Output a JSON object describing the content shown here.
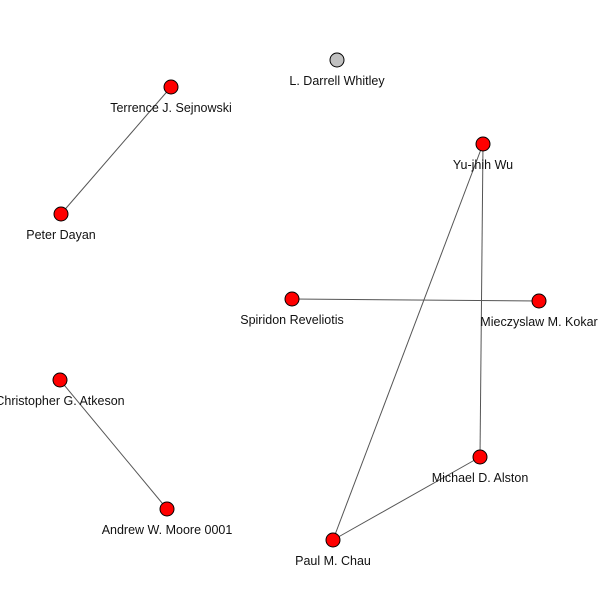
{
  "colors": {
    "background": "#ffffff",
    "node_fill_connected": "#ff0000",
    "node_fill_isolated": "#c0c0c0",
    "node_stroke": "#000000",
    "edge": "#555555",
    "label": "#111111"
  },
  "graph": {
    "nodes": [
      {
        "id": "whitley",
        "label": "L. Darrell Whitley",
        "isolated": true
      },
      {
        "id": "sejnowski",
        "label": "Terrence J. Sejnowski",
        "isolated": false
      },
      {
        "id": "dayan",
        "label": "Peter Dayan",
        "isolated": false
      },
      {
        "id": "wu",
        "label": "Yu-jhih Wu",
        "isolated": false
      },
      {
        "id": "reveliotis",
        "label": "Spiridon Reveliotis",
        "isolated": false
      },
      {
        "id": "kokar",
        "label": "Mieczyslaw M. Kokar",
        "isolated": false
      },
      {
        "id": "atkeson",
        "label": "Christopher G. Atkeson",
        "isolated": false
      },
      {
        "id": "moore",
        "label": "Andrew W. Moore 0001",
        "isolated": false
      },
      {
        "id": "alston",
        "label": "Michael D. Alston",
        "isolated": false
      },
      {
        "id": "chau",
        "label": "Paul M. Chau",
        "isolated": false
      }
    ],
    "edges": [
      {
        "source": "sejnowski",
        "target": "dayan"
      },
      {
        "source": "reveliotis",
        "target": "kokar"
      },
      {
        "source": "atkeson",
        "target": "moore"
      },
      {
        "source": "wu",
        "target": "chau"
      },
      {
        "source": "wu",
        "target": "alston"
      },
      {
        "source": "alston",
        "target": "chau"
      }
    ]
  }
}
